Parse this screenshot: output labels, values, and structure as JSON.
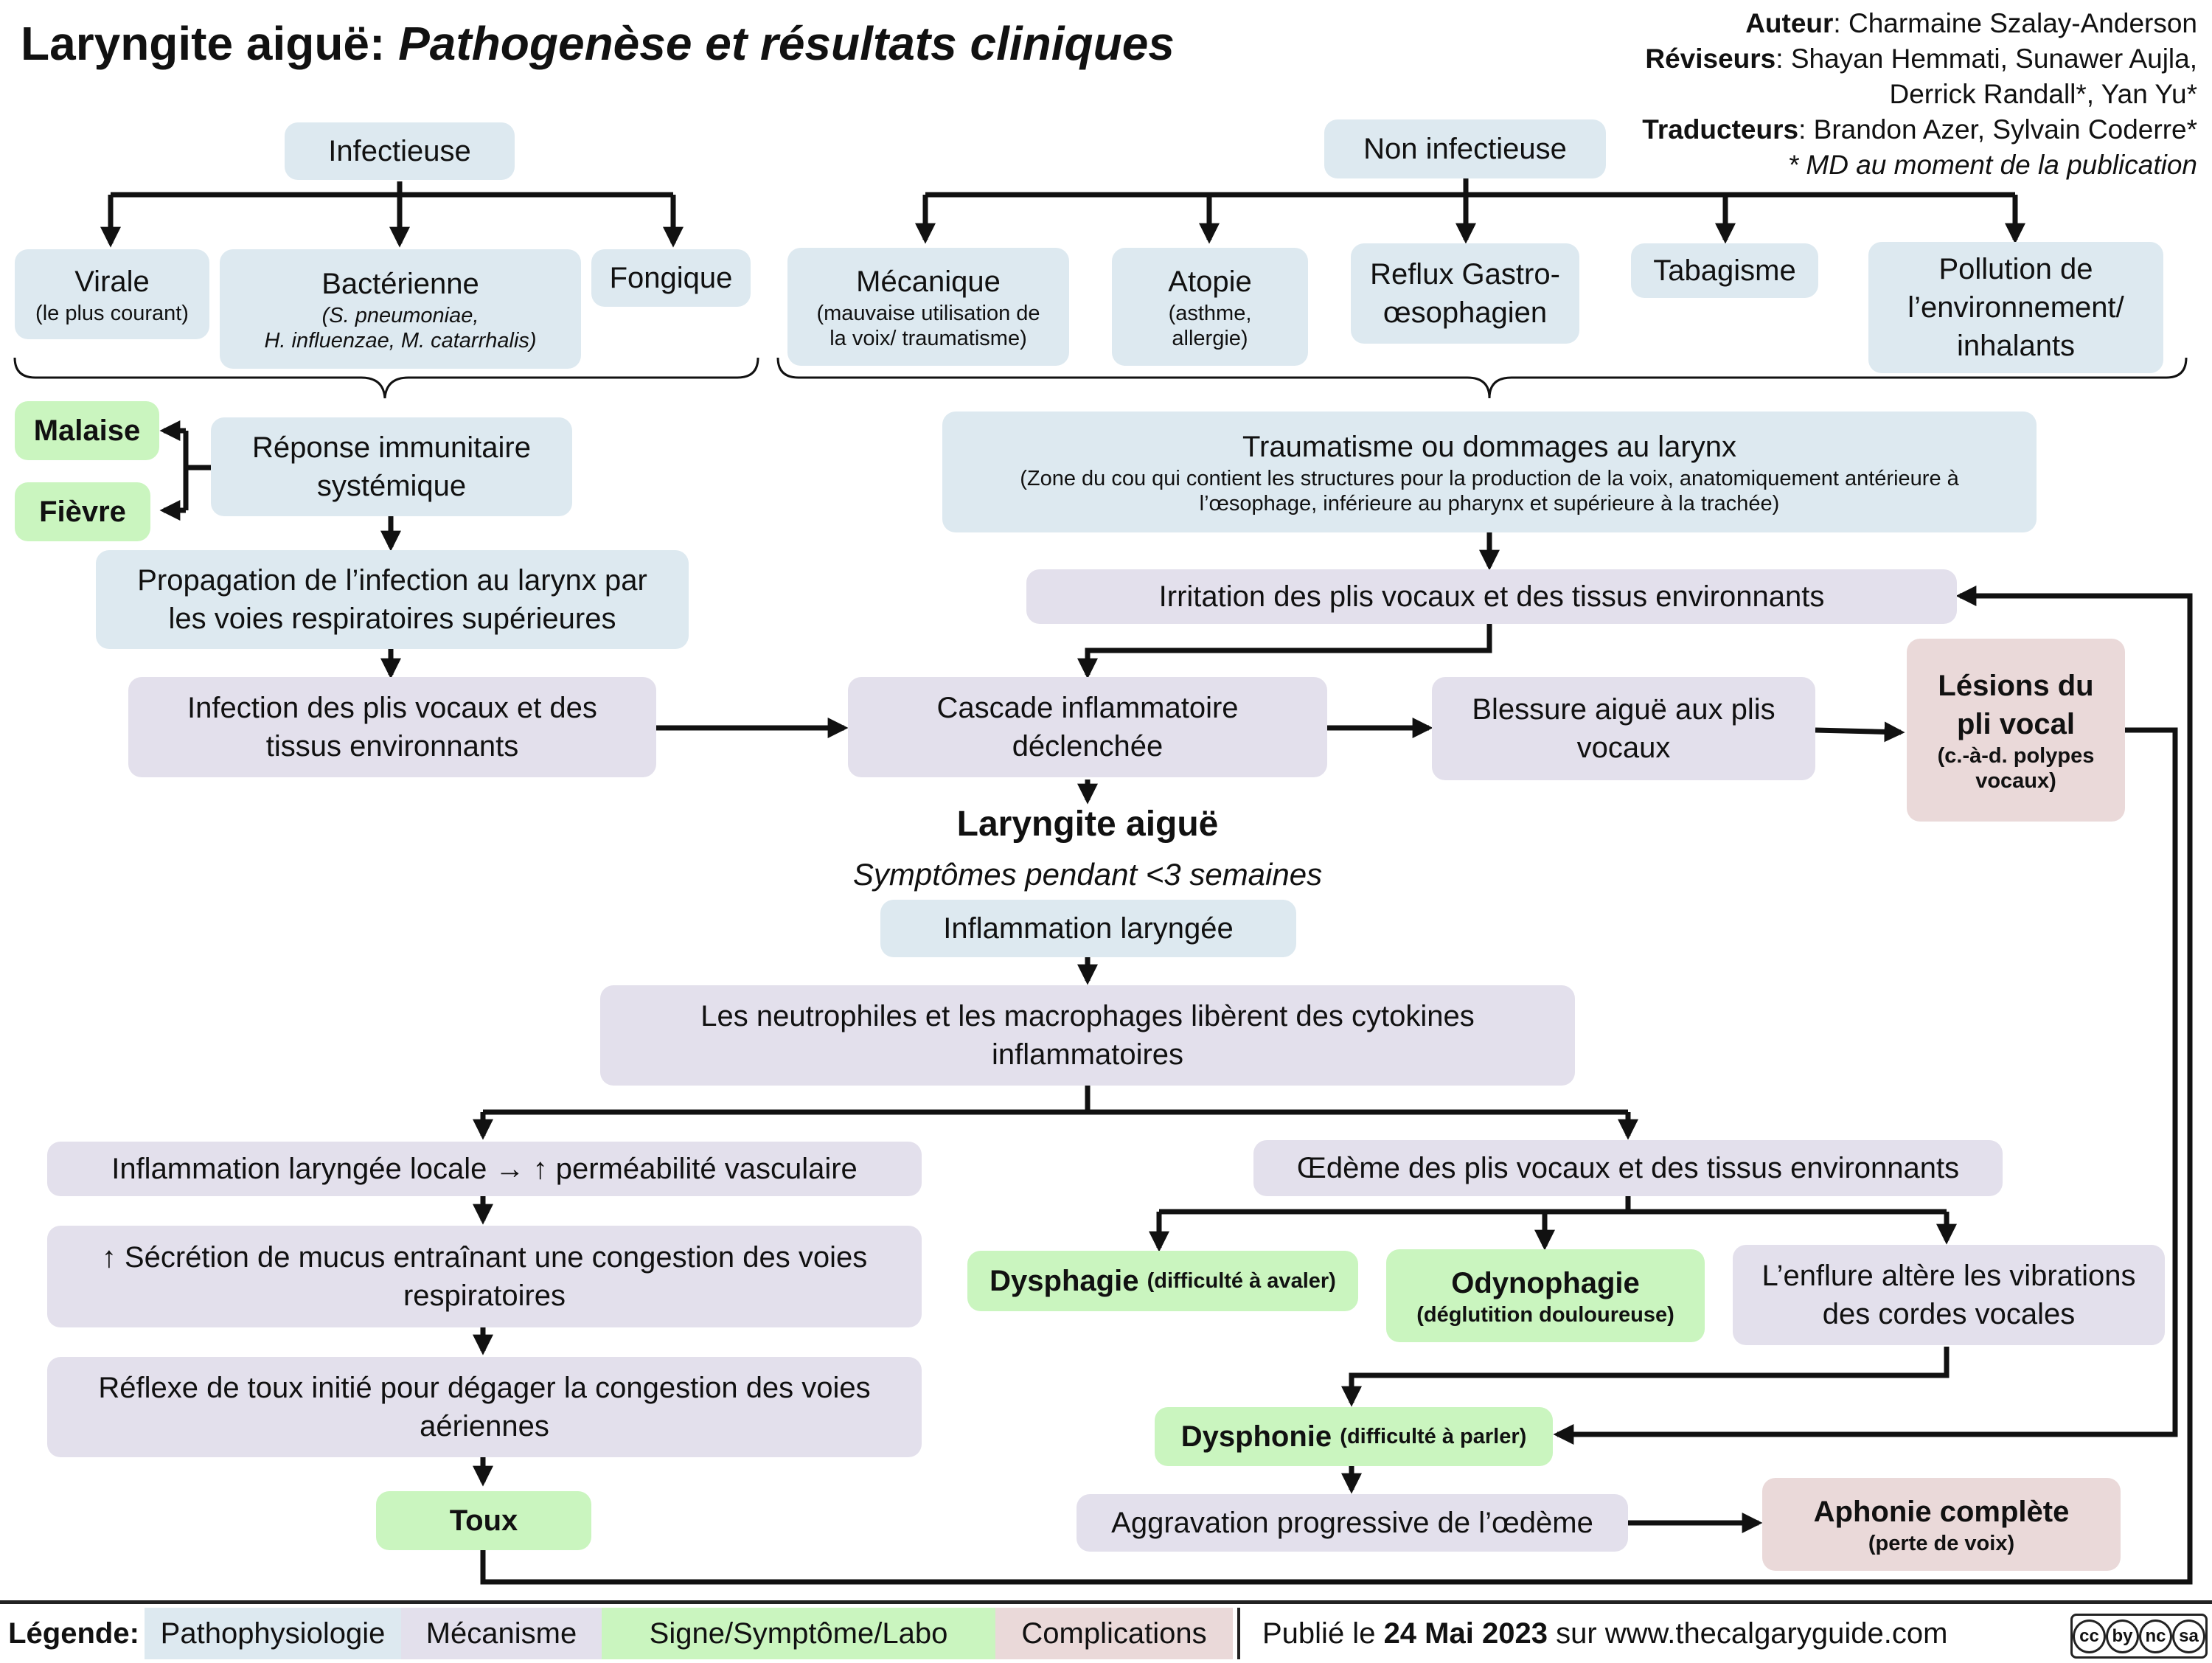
{
  "title": {
    "main": "Laryngite aiguë:",
    "italic": "Pathogenèse et résultats cliniques"
  },
  "credits": {
    "author_label": "Auteur",
    "author": "Charmaine Szalay-Anderson",
    "reviewers_label": "Réviseurs",
    "reviewers_line1": "Shayan Hemmati, Sunawer Aujla,",
    "reviewers_line2": "Derrick Randall*, Yan Yu*",
    "translators_label": "Traducteurs",
    "translators": "Brandon Azer, Sylvain Coderre*",
    "note": "* MD au moment de la publication"
  },
  "nodes": {
    "infectieuse": "Infectieuse",
    "virale": "Virale",
    "virale_sub": "(le plus courant)",
    "bacterienne": "Bactérienne",
    "bacterienne_sub1": "(S. pneumoniae,",
    "bacterienne_sub2": "H. influenzae, M. catarrhalis)",
    "fongique": "Fongique",
    "non_infectieuse": "Non infectieuse",
    "mecanique": "Mécanique",
    "mecanique_sub1": "(mauvaise utilisation de",
    "mecanique_sub2": "la voix/ traumatisme)",
    "atopie": "Atopie",
    "atopie_sub1": "(asthme,",
    "atopie_sub2": "allergie)",
    "reflux_1": "Reflux Gastro-",
    "reflux_2": "œsophagien",
    "tabagisme": "Tabagisme",
    "pollution_1": "Pollution de",
    "pollution_2": "l’environnement/",
    "pollution_3": "inhalants",
    "malaise": "Malaise",
    "fievre": "Fièvre",
    "reponse_1": "Réponse immunitaire",
    "reponse_2": "systémique",
    "propagation_1": "Propagation de l’infection au larynx par",
    "propagation_2": "les voies respiratoires supérieures",
    "infection_plis_1": "Infection des plis vocaux et des",
    "infection_plis_2": "tissus environnants",
    "traumatisme": "Traumatisme ou dommages au larynx",
    "traumatisme_sub1": "(Zone du cou qui contient les structures pour la production de la voix, anatomiquement antérieure à",
    "traumatisme_sub2": "l’œsophage, inférieure au pharynx et supérieure à la trachée)",
    "irritation": "Irritation des plis vocaux et des tissus environnants",
    "cascade_1": "Cascade inflammatoire",
    "cascade_2": "déclenchée",
    "blessure_1": "Blessure aiguë aux plis",
    "blessure_2": "vocaux",
    "lesions_1": "Lésions du",
    "lesions_2": "pli vocal",
    "lesions_sub1": "(c.-à-d. polypes",
    "lesions_sub2": "vocaux)",
    "laryngite": "Laryngite aiguë",
    "symptomes": "Symptômes pendant <3 semaines",
    "inflammation_laryngee": "Inflammation laryngée",
    "neutrophiles_1": "Les neutrophiles et les macrophages libèrent des cytokines",
    "neutrophiles_2": "inflammatoires",
    "locale": "Inflammation laryngée locale → ↑ perméabilité vasculaire",
    "mucus_1": "↑ Sécrétion de mucus entraînant une congestion des voies",
    "mucus_2": "respiratoires",
    "reflexe_1": "Réflexe de toux initié pour dégager la congestion des voies",
    "reflexe_2": "aériennes",
    "toux": "Toux",
    "oedeme": "Œdème des plis vocaux et des tissus environnants",
    "dysphagie": "Dysphagie",
    "dysphagie_sub": "(difficulté à avaler)",
    "odynophagie": "Odynophagie",
    "odynophagie_sub": "(déglutition douloureuse)",
    "enflure_1": "L’enflure altère les vibrations",
    "enflure_2": "des cordes vocales",
    "dysphonie": "Dysphonie",
    "dysphonie_sub": "(difficulté à parler)",
    "aggravation": "Aggravation progressive de l’œdème",
    "aphonie": "Aphonie complète",
    "aphonie_sub": "(perte de voix)"
  },
  "legend": {
    "label": "Légende:",
    "items": [
      "Pathophysiologie",
      "Mécanisme",
      "Signe/Symptôme/Labo",
      "Complications"
    ],
    "colors": [
      "#dde9f0",
      "#e3e0ec",
      "#caf5bf",
      "#ead9d9"
    ],
    "published_prefix": "Publié le",
    "published_date": "24 Mai 2023",
    "published_suffix": "sur www.thecalgaryguide.com",
    "license": [
      "cc",
      "by",
      "nc",
      "sa"
    ]
  }
}
